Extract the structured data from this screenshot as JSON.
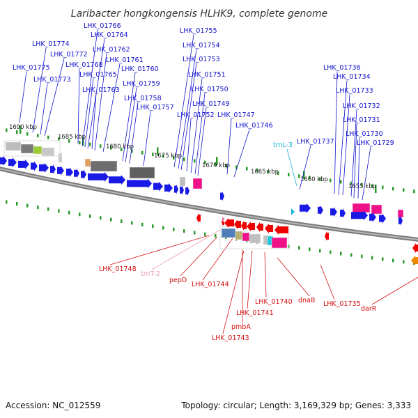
{
  "title": "Laribacter hongkongensis HLHK9, complete genome",
  "footer": {
    "accession": "Accession: NC_012559",
    "topology": "Topology: circular; Length: 3,169,329 bp; Genes: 3,333"
  },
  "colors": {
    "forward_label": "#1010cc",
    "reverse_label": "#d01010",
    "trna_forward": "#19b3d6",
    "trna_reverse": "#e89ab8",
    "backbone": "#8a8a8a",
    "tick": "#2a9a2a"
  },
  "scale_labels": [
    "1690 kbp",
    "1685 kbp",
    "1680 kbp",
    "1675 kbp",
    "1670 kbp",
    "1665 kbp",
    "1660 kbp",
    "1655 kbp"
  ],
  "forward_genes": [
    "LHK_01775",
    "LHK_01774",
    "LHK_01773",
    "LHK_01772",
    "LHK_01768",
    "LHK_01766",
    "LHK_01765",
    "LHK_01764",
    "LHK_01763",
    "LHK_01762",
    "LHK_01761",
    "LHK_01760",
    "LHK_01759",
    "LHK_01758",
    "LHK_01757",
    "LHK_01755",
    "LHK_01754",
    "LHK_01753",
    "LHK_01752",
    "LHK_01751",
    "LHK_01750",
    "LHK_01749",
    "LHK_01747",
    "LHK_01746",
    "trnL-3",
    "LHK_01737",
    "LHK_01736",
    "LHK_01734",
    "LHK_01733",
    "LHK_01732",
    "LHK_01731",
    "LHK_01730",
    "LHK_01729"
  ],
  "reverse_genes": [
    "LHK_01748",
    "trnT-2",
    "pepD",
    "LHK_01744",
    "pmbA",
    "LHK_01743",
    "LHK_01741",
    "LHK_01740",
    "dnaB",
    "LHK_01735",
    "darR"
  ]
}
